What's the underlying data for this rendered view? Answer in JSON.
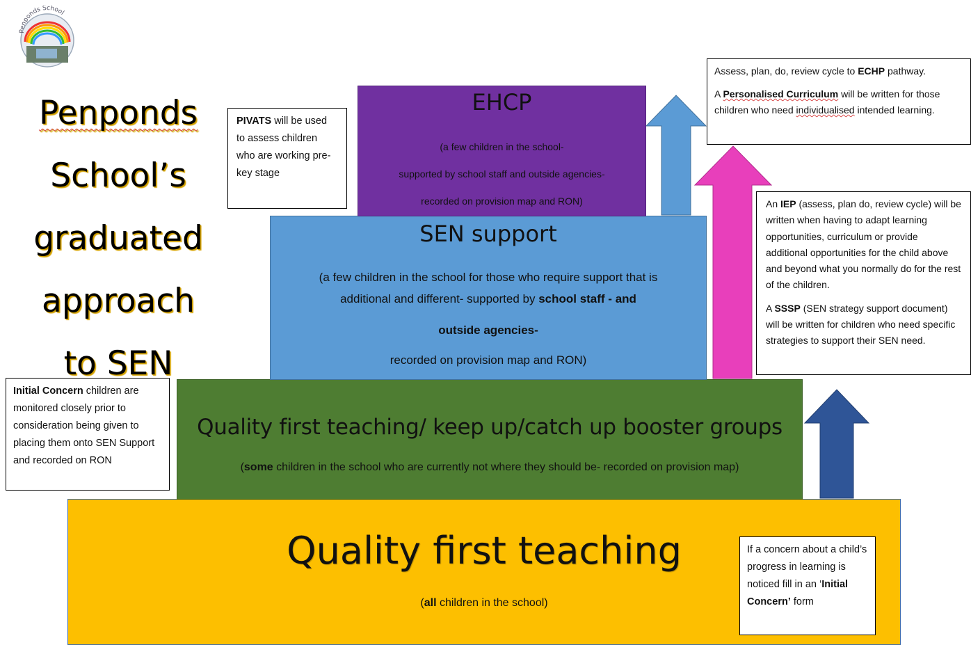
{
  "logo": {
    "text": "Penponds School"
  },
  "title": {
    "lines": [
      "Penponds",
      "School’s",
      "graduated",
      "approach",
      "to SEN"
    ]
  },
  "tiers": {
    "quality_first": {
      "heading": "Quality first teaching",
      "desc_bold": "all",
      "desc_pre": "(",
      "desc_post": " children in the school)"
    },
    "booster": {
      "heading": "Quality first teaching/ keep up/catch up booster groups",
      "desc_pre": "(",
      "desc_bold": "some",
      "desc_post": " children in the school who are currently not where they should be- recorded on provision map)"
    },
    "sen_support": {
      "heading": "SEN support",
      "line1": "(a few children in the school for those who require support that is",
      "line2_plain": "additional and different- supported by ",
      "line2_bold": "school staff - and",
      "line3_bold": "outside agencies-",
      "line4": "recorded on provision map and RON)"
    },
    "ehcp": {
      "heading": "EHCP",
      "line1": "(a few children in the school-",
      "line2": "supported by school staff and outside agencies-",
      "line3": "recorded on provision map and RON)"
    }
  },
  "notes": {
    "pivats": {
      "bold": "PIVATS",
      "text": " will be used to assess children who are working pre-key stage"
    },
    "initial_concern": {
      "bold": "Initial Concern",
      "text": " children are monitored closely prior to consideration being given to placing them onto SEN Support and recorded on RON"
    },
    "concern_form": {
      "text1": "If a concern about a child’s progress in learning is noticed fill in an ‘",
      "bold": "Initial Concern’",
      "text2": " form"
    },
    "echp": {
      "p1_pre": "Assess, plan, do, review cycle to ",
      "p1_bold": "ECHP",
      "p1_post": " pathway.",
      "p2_pre": " A ",
      "p2_bold": "Personalised Curriculum",
      "p2_mid": " will be written for those children who need ",
      "p2_squig": "individualised",
      "p2_post": " intended learning."
    },
    "iep": {
      "p1_pre": "An ",
      "p1_bold": "IEP",
      "p1_post": " (assess, plan do, review cycle) will be written when having to adapt learning opportunities, curriculum or provide additional opportunities for the child above and beyond what you normally do for the rest of the children.",
      "p2_pre": "A ",
      "p2_bold": "SSSP",
      "p2_post": " (SEN strategy support document) will be written for children who need specific strategies to support their SEN need."
    }
  },
  "colors": {
    "quality_first": "#fdbf00",
    "booster": "#4e7d32",
    "sen_support": "#5b9bd5",
    "ehcp": "#7030a0",
    "arrow_dark_blue": "#2f5597",
    "arrow_pink": "#e83fbb",
    "arrow_light_blue": "#5b9bd5"
  }
}
